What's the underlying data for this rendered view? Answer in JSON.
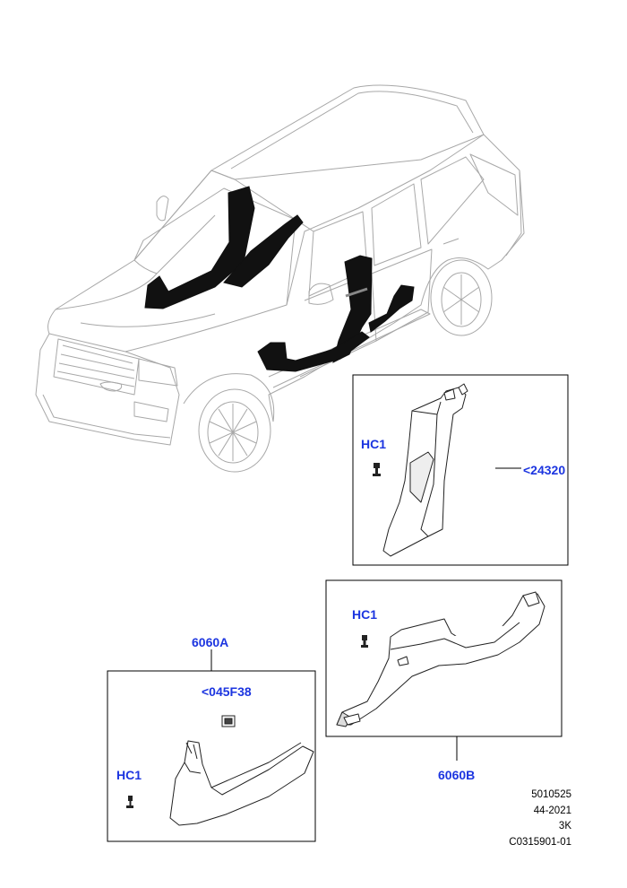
{
  "callouts": {
    "b_pillar_ref": "<24320",
    "b_pillar_fastener": "HC1",
    "front_sill_group": "6060A",
    "front_sill_fastener": "HC1",
    "front_sill_clip": "<045F38",
    "rear_sill_group": "6060B",
    "rear_sill_fastener": "HC1"
  },
  "footer": {
    "line1": "5010525",
    "line2": "44-2021",
    "line3": "3K",
    "line4": "C0315901-01"
  },
  "colors": {
    "callout_text": "#1c35e0",
    "highlight_part": "#111111",
    "vehicle_outline": "#9a9a9a"
  }
}
